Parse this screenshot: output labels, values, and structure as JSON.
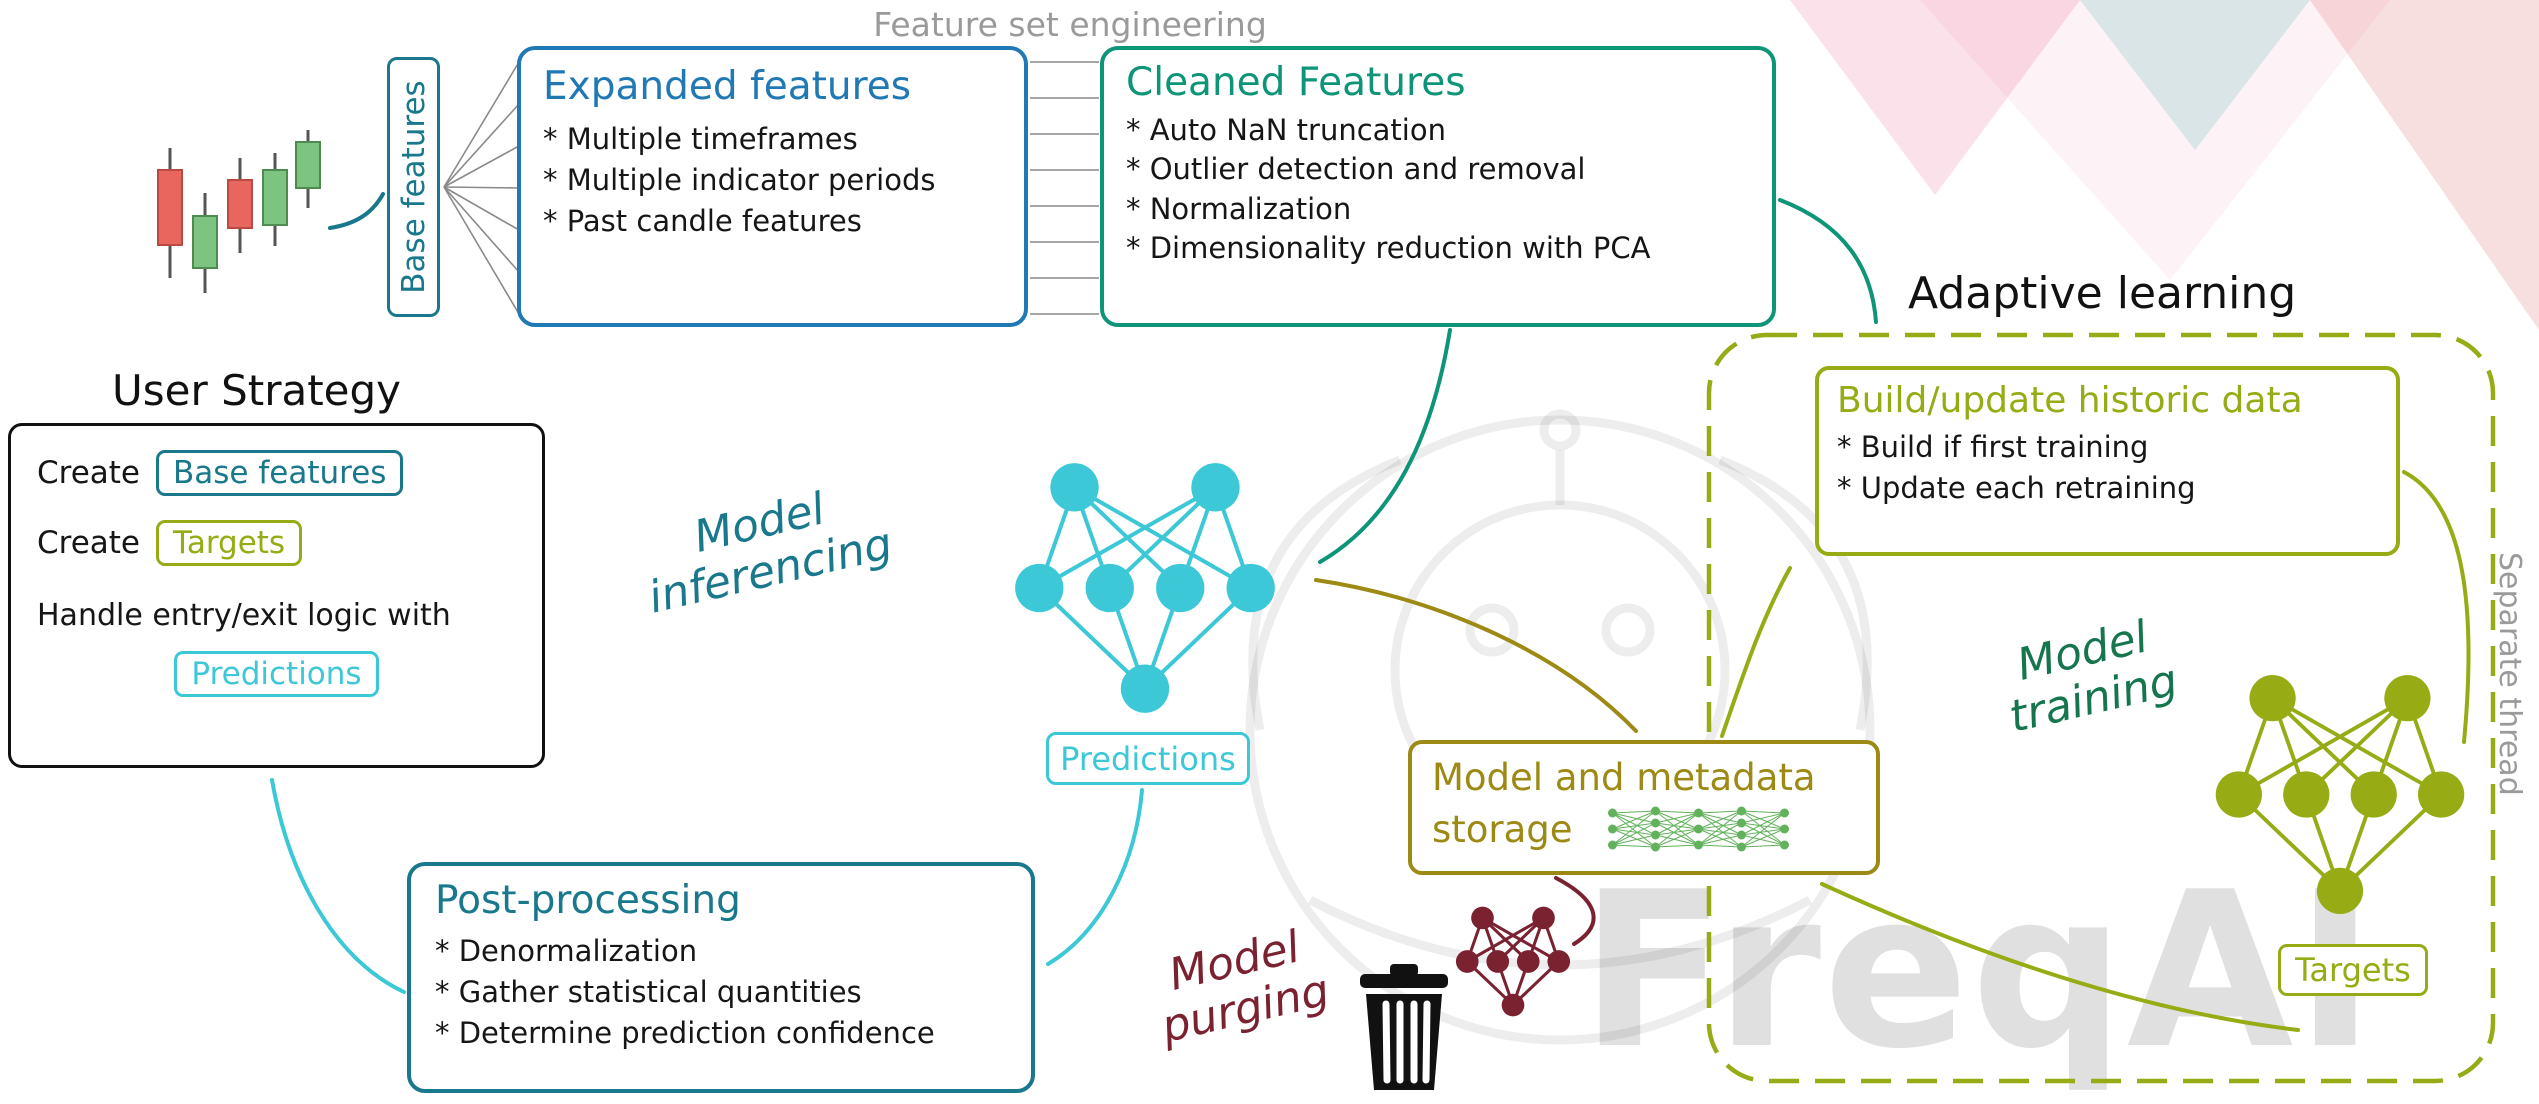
{
  "colors": {
    "blue": "#2079b5",
    "teal": "#19788c",
    "green": "#0e9577",
    "olive": "#96ab14",
    "cyan": "#3cc8d7",
    "dkyellow": "#9c8a15",
    "dkgreen": "#15764e",
    "maroon": "#7a2230",
    "gray": "#9a9a9a",
    "storage_net_green": "#62b15c",
    "candle_red": "#e9665f",
    "candle_green": "#7cc47f"
  },
  "header": {
    "feature_set_engineering": "Feature set engineering",
    "adaptive_learning": "Adaptive learning",
    "separate_thread": "Separate thread"
  },
  "base_features_box": {
    "label": "Base features"
  },
  "expanded_features_box": {
    "title": "Expanded features",
    "items": [
      "* Multiple timeframes",
      "* Multiple indicator periods",
      "* Past candle features"
    ]
  },
  "cleaned_features_box": {
    "title": "Cleaned Features",
    "items": [
      "* Auto NaN truncation",
      "* Outlier detection and removal",
      "* Normalization",
      "* Dimensionality reduction with PCA"
    ]
  },
  "build_update_box": {
    "title": "Build/update historic data",
    "items": [
      "* Build if first training",
      "* Update each retraining"
    ]
  },
  "user_strategy": {
    "title": "User Strategy",
    "create_1": "Create",
    "base_features_chip": "Base features",
    "create_2": "Create",
    "targets_chip": "Targets",
    "handle_text": "Handle entry/exit logic with",
    "predictions_chip": "Predictions"
  },
  "labels": {
    "model_inferencing_1": "Model",
    "model_inferencing_2": "inferencing",
    "model_training_1": "Model",
    "model_training_2": "training",
    "model_purging_1": "Model",
    "model_purging_2": "purging"
  },
  "predictions_box": {
    "label": "Predictions"
  },
  "storage_box": {
    "line1": "Model and metadata",
    "line2": "storage"
  },
  "targets_box": {
    "label": "Targets"
  },
  "post_processing_box": {
    "title": "Post-processing",
    "items": [
      "* Denormalization",
      "* Gather statistical quantities",
      "* Determine prediction confidence"
    ]
  },
  "watermark": {
    "text": "FreqAI"
  },
  "icons": {
    "candlestick_chart": "candlestick-chart-icon",
    "inference_network": "neural-network-icon",
    "training_network": "neural-network-icon",
    "purged_network": "neural-network-icon",
    "storage_mini_network": "mini-network-icon",
    "trash": "trash-can-icon",
    "watermark_logo": "freqai-logo-watermark"
  }
}
